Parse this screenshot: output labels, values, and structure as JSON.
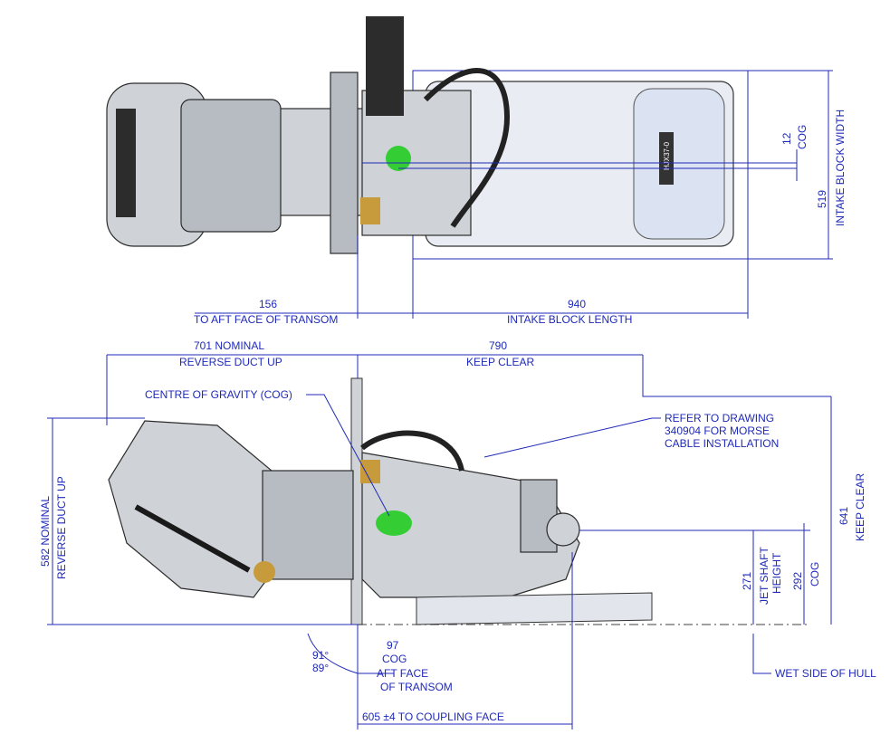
{
  "top_view": {
    "intake_block_width_value": "519",
    "intake_block_width_label": "INTAKE BLOCK WIDTH",
    "cog_value": "12",
    "cog_label": "COG",
    "aft_face_value": "156",
    "aft_face_label": "TO AFT FACE OF TRANSOM",
    "intake_length_value": "940",
    "intake_length_label": "INTAKE BLOCK LENGTH",
    "intake_plate_text": "HJX37-0"
  },
  "side_view": {
    "reverse_duct_value": "701 NOMINAL",
    "reverse_duct_label": "REVERSE DUCT UP",
    "keep_clear_value": "790",
    "keep_clear_label": "KEEP CLEAR",
    "cog_callout": "CENTRE OF GRAVITY (COG)",
    "morse_note_1": "REFER TO DRAWING",
    "morse_note_2": "340904 FOR MORSE",
    "morse_note_3": "CABLE INSTALLATION",
    "vertical_left_1": "582 NOMINAL",
    "vertical_left_2": "REVERSE DUCT UP",
    "shaft_height_value": "271",
    "shaft_height_label_1": "JET SHAFT",
    "shaft_height_label_2": "HEIGHT",
    "cog_height_value": "292",
    "cog_height_label": "COG",
    "keep_clear_height_value": "641",
    "keep_clear_height_label": "KEEP CLEAR",
    "angle_1": "91°",
    "angle_2": "89°",
    "cog_horizontal_value": "97",
    "cog_horizontal_label": "COG",
    "aft_face_1": "AFT FACE",
    "aft_face_2": "OF TRANSOM",
    "wet_side_label": "WET SIDE OF HULL",
    "coupling_label": "605 ±4 TO COUPLING FACE"
  },
  "colors": {
    "dimension": "#1f2ab8",
    "cog_marker": "#22cc22",
    "metal": "#cfd3d8"
  }
}
